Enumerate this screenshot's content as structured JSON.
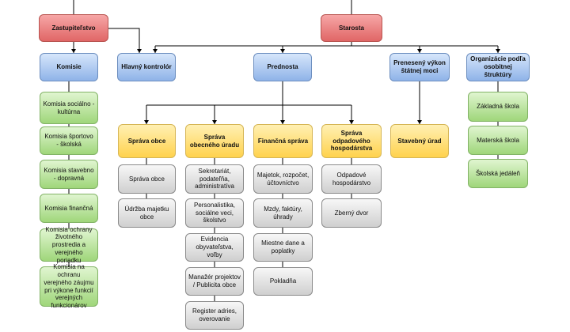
{
  "nodes": {
    "zastupitelstvo": "Zastupiteľstvo",
    "starosta": "Starosta",
    "komisie": "Komisie",
    "hlavny_kontrolor": "Hlavný kontrolór",
    "prednosta": "Prednosta",
    "preneseny_vykon": "Prenesený výkon štátnej moci",
    "organizacie": "Organizácie podľa osobitnej štruktúry",
    "komisia_1": "Komisia sociálno - kultúrna",
    "komisia_2": "Komisia športovo - školská",
    "komisia_3": "Komisia stavebno - dopravná",
    "komisia_4": "Komisia finančná",
    "komisia_5": "Komisia ochrany životného prostredia a verejného poriadku",
    "komisia_6": "Komisia na ochranu verejného záujmu pri výkone funkcií verejných funkcionárov",
    "sprava_obce": "Správa obce",
    "sprava_obecneho_uradu": "Správa obecného úradu",
    "financna_sprava": "Finančná správa",
    "sprava_odpadoveho": "Správa odpadového hospodárstva",
    "stavebny_urad": "Stavebný úrad",
    "zakladna_skola": "Základná škola",
    "materska_skola": "Materská škola",
    "skolska_jedalen": "Školská jedáleň",
    "so_1": "Správa obce",
    "so_2": "Údržba majetku obce",
    "sou_1": "Sekretariát, podateľňa, administratíva",
    "sou_2": "Personalistika, sociálne veci, školstvo",
    "sou_3": "Evidencia obyvateľstva, voľby",
    "sou_4": "Manažér projektov / Publicita obce",
    "sou_5": "Register adries, overovanie",
    "fs_1": "Majetok, rozpočet, účtovníctvo",
    "fs_2": "Mzdy, faktúry, úhrady",
    "fs_3": "Miestne dane a poplatky",
    "fs_4": "Pokladňa",
    "so2_1": "Odpadové hospodárstvo",
    "so2_2": "Zberný dvor"
  }
}
